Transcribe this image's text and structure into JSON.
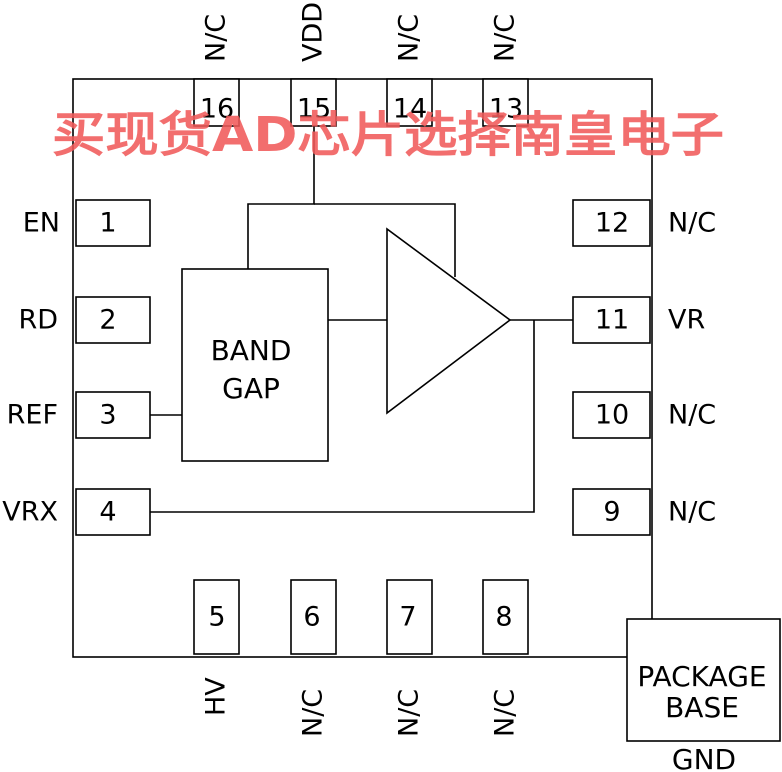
{
  "pins": {
    "p1": {
      "num": "1",
      "label": "EN"
    },
    "p2": {
      "num": "2",
      "label": "RD"
    },
    "p3": {
      "num": "3",
      "label": "REF"
    },
    "p4": {
      "num": "4",
      "label": "VRX"
    },
    "p5": {
      "num": "5",
      "label": "HV"
    },
    "p6": {
      "num": "6",
      "label": "N/C"
    },
    "p7": {
      "num": "7",
      "label": "N/C"
    },
    "p8": {
      "num": "8",
      "label": "N/C"
    },
    "p9": {
      "num": "9",
      "label": "N/C"
    },
    "p10": {
      "num": "10",
      "label": "N/C"
    },
    "p11": {
      "num": "11",
      "label": "VR"
    },
    "p12": {
      "num": "12",
      "label": "N/C"
    },
    "p13": {
      "num": "13",
      "label": "N/C"
    },
    "p14": {
      "num": "14",
      "label": "N/C"
    },
    "p15": {
      "num": "15",
      "label": "VDD"
    },
    "p16": {
      "num": "16",
      "label": "N/C"
    }
  },
  "bandgap": {
    "line1": "BAND",
    "line2": "GAP"
  },
  "package": {
    "line1": "PACKAGE",
    "line2": "BASE",
    "ground": "GND"
  },
  "watermark": "买现货AD芯片选择南皇电子"
}
